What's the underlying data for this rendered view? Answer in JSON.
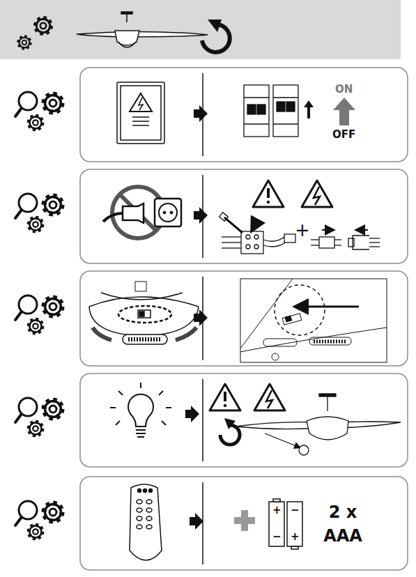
{
  "diagram": {
    "labels": [
      "ON",
      "OFF",
      "+",
      "+",
      "−",
      "−",
      "+",
      "2 x AAA"
    ]
  }
}
